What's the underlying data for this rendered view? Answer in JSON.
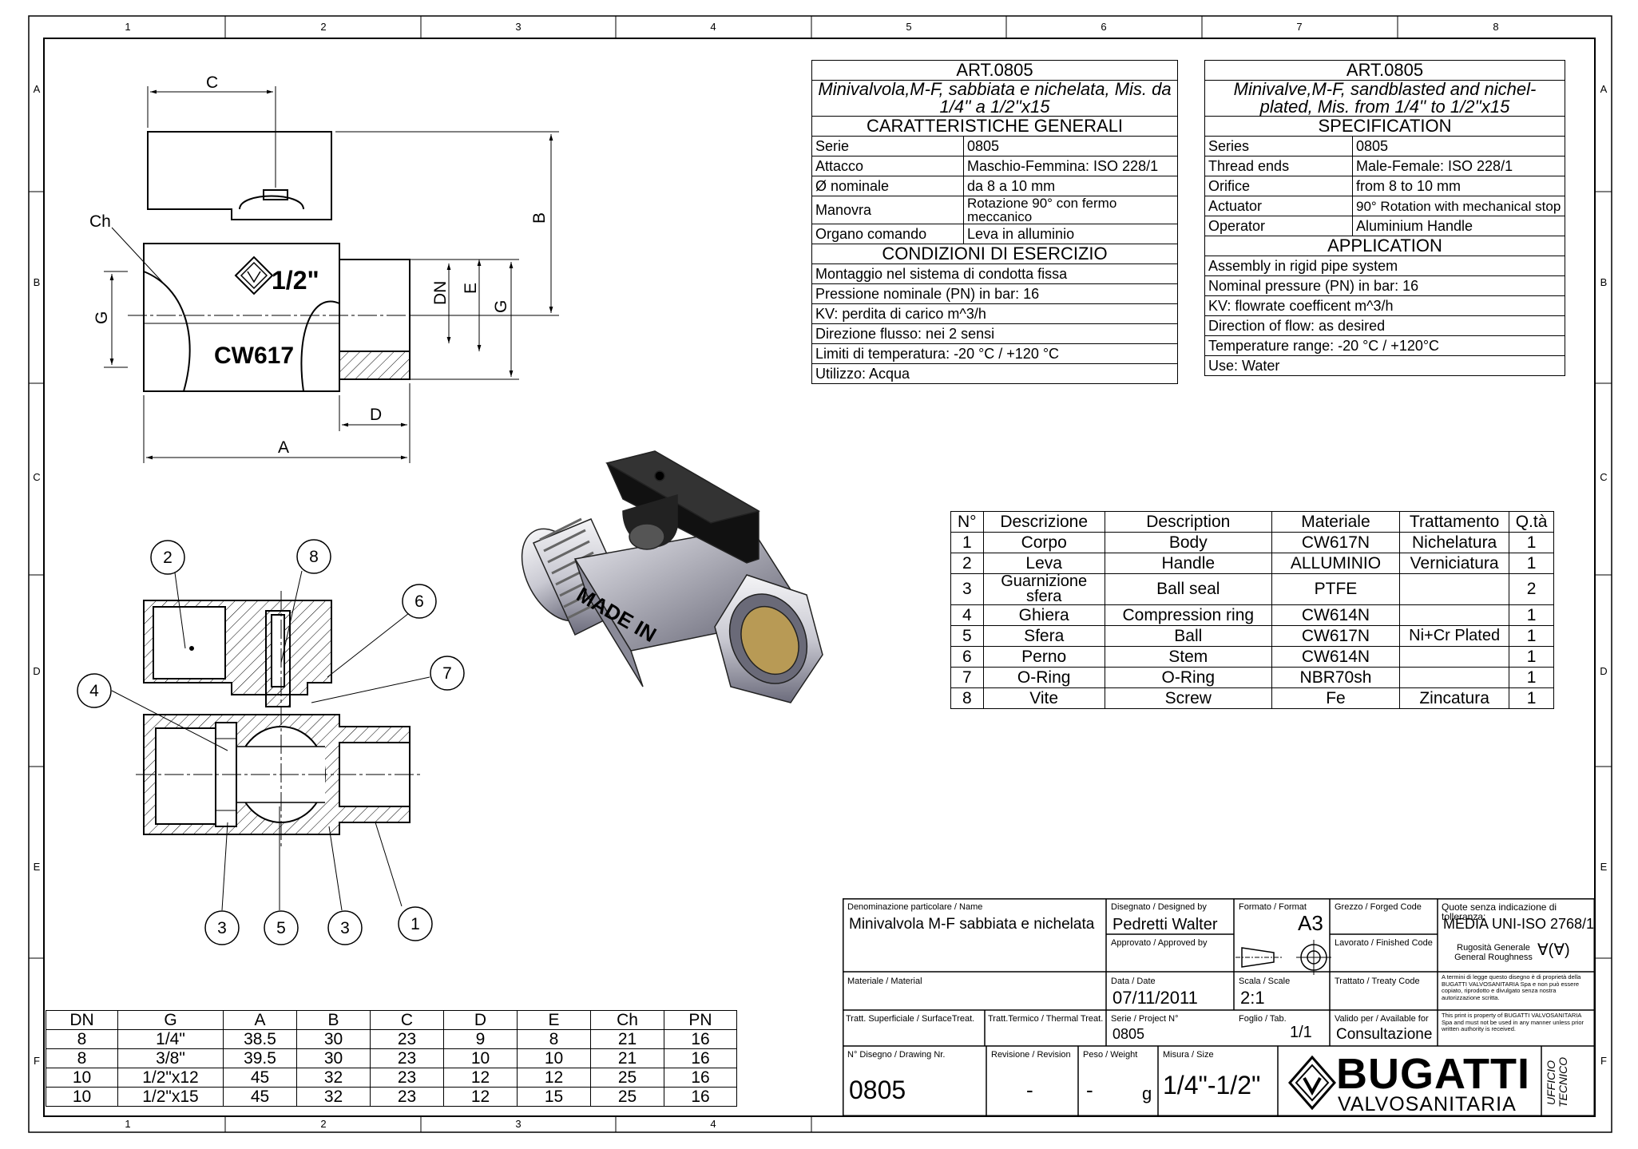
{
  "frame": {
    "cols": [
      "1",
      "2",
      "3",
      "4",
      "5",
      "6",
      "7",
      "8"
    ],
    "rows": [
      "A",
      "B",
      "C",
      "D",
      "E",
      "F"
    ]
  },
  "drawing": {
    "top_labels": {
      "C": "C",
      "B": "B",
      "Ch": "Ch",
      "DN": "DN",
      "E": "E",
      "G_right": "G",
      "G_left": "G",
      "D": "D",
      "A": "A",
      "size_mark": "1/2\"",
      "body_mark": "CW617"
    },
    "product_marking": "MADE IN",
    "balloons": [
      "2",
      "8",
      "6",
      "7",
      "4",
      "3",
      "5",
      "3",
      "1"
    ]
  },
  "spec_it": {
    "art": "ART.0805",
    "title": "Minivalvola,M-F, sabbiata e nichelata, Mis. da 1/4'' a 1/2''x15",
    "section1": "CARATTERISTICHE GENERALI",
    "rows": [
      [
        "Serie",
        "0805"
      ],
      [
        "Attacco",
        "Maschio-Femmina: ISO 228/1"
      ],
      [
        "Ø nominale",
        "da 8 a 10 mm"
      ],
      [
        "Manovra",
        "Rotazione 90° con fermo meccanico"
      ],
      [
        "Organo comando",
        "Leva in alluminio"
      ]
    ],
    "section2": "CONDIZIONI DI ESERCIZIO",
    "conditions": [
      "Montaggio nel sistema di condotta fissa",
      "Pressione nominale (PN) in bar: 16",
      "KV: perdita di carico m^3/h",
      "Direzione flusso: nei 2 sensi",
      "Limiti di temperatura:  -20 °C / +120 °C",
      "Utilizzo: Acqua"
    ]
  },
  "spec_en": {
    "art": "ART.0805",
    "title": "Minivalve,M-F, sandblasted and nichel-plated, Mis. from 1/4'' to 1/2''x15",
    "section1": "SPECIFICATION",
    "rows": [
      [
        "Series",
        "0805"
      ],
      [
        "Thread ends",
        "Male-Female: ISO 228/1"
      ],
      [
        "Orifice",
        "from 8 to 10 mm"
      ],
      [
        "Actuator",
        "90° Rotation with mechanical stop"
      ],
      [
        "Operator",
        "Aluminium Handle"
      ]
    ],
    "section2": "APPLICATION",
    "conditions": [
      "Assembly in rigid pipe system",
      "Nominal pressure (PN) in bar: 16",
      "KV: flowrate coefficent m^3/h",
      "Direction of flow: as desired",
      "Temperature range: -20 °C  /  +120°C",
      "Use: Water"
    ]
  },
  "bom": {
    "headers": [
      "N°",
      "Descrizione",
      "Description",
      "Materiale",
      "Trattamento",
      "Q.tà"
    ],
    "rows": [
      [
        "1",
        "Corpo",
        "Body",
        "CW617N",
        "Nichelatura",
        "1"
      ],
      [
        "2",
        "Leva",
        "Handle",
        "ALLUMINIO",
        "Verniciatura",
        "1"
      ],
      [
        "3",
        "Guarnizione sfera",
        "Ball seal",
        "PTFE",
        "",
        "2"
      ],
      [
        "4",
        "Ghiera",
        "Compression ring",
        "CW614N",
        "",
        "1"
      ],
      [
        "5",
        "Sfera",
        "Ball",
        "CW617N",
        "Ni+Cr Plated",
        "1"
      ],
      [
        "6",
        "Perno",
        "Stem",
        "CW614N",
        "",
        "1"
      ],
      [
        "7",
        "O-Ring",
        "O-Ring",
        "NBR70sh",
        "",
        "1"
      ],
      [
        "8",
        "Vite",
        "Screw",
        "Fe",
        "Zincatura",
        "1"
      ]
    ]
  },
  "dims": {
    "headers": [
      "DN",
      "G",
      "A",
      "B",
      "C",
      "D",
      "E",
      "Ch",
      "PN"
    ],
    "rows": [
      [
        "8",
        "1/4\"",
        "38.5",
        "30",
        "23",
        "9",
        "8",
        "21",
        "16"
      ],
      [
        "8",
        "3/8\"",
        "39.5",
        "30",
        "23",
        "10",
        "10",
        "21",
        "16"
      ],
      [
        "10",
        "1/2\"x12",
        "45",
        "32",
        "23",
        "12",
        "12",
        "25",
        "16"
      ],
      [
        "10",
        "1/2\"x15",
        "45",
        "32",
        "23",
        "12",
        "15",
        "25",
        "16"
      ]
    ]
  },
  "title_block": {
    "name_label": "Denominazione particolare / Name",
    "name": "Minivalvola M-F sabbiata e nichelata",
    "designed_label": "Disegnato / Designed by",
    "designed": "Pedretti Walter",
    "approved_label": "Approvato / Approved by",
    "format_label": "Formato / Format",
    "format": "A3",
    "forged_label": "Grezzo / Forged Code",
    "finished_label": "Lavorato / Finished Code",
    "tolerance_label": "Quote senza indicazione di tolleranza:",
    "tolerance": "MEDIA UNI-ISO 2768/1",
    "roughness": "Rugosità Generale General Roughness",
    "material_label": "Materiale / Material",
    "date_label": "Data / Date",
    "date": "07/11/2011",
    "scale_label": "Scala / Scale",
    "scale": "2:1",
    "treaty_label": "Trattato / Treaty Code",
    "legal_it": "A termini di legge questo disegno è di proprietà della BUGATTI VALVOSANITARIA Spa e non può essere copiato, riprodotto e divulgato senza nostra autorizzazione scritta.",
    "surface_label": "Tratt. Superficiale / SurfaceTreat.",
    "thermal_label": "Tratt.Termico / Thermal Treat.",
    "project_label": "Serie / Project N°",
    "project": "0805",
    "sheet_label": "Foglio / Tab.",
    "sheet": "1/1",
    "valid_label": "Valido per / Available for",
    "valid": "Consultazione",
    "legal_en": "This print is property of BUGATTI VALVOSANITARIA Spa and must not be used in any manner unless prior written authority is received.",
    "drawing_label": "N° Disegno / Drawing Nr.",
    "drawing": "0805",
    "revision_label": "Revisione / Revision",
    "revision": "-",
    "weight_label": "Peso / Weight",
    "weight": "-",
    "weight_unit": "g",
    "size_label": "Misura / Size",
    "size": "1/4\"-1/2\"",
    "brand": "BUGATTI",
    "brand_sub": "VALVOSANITARIA",
    "office": "UFFICIO TECNICO"
  }
}
